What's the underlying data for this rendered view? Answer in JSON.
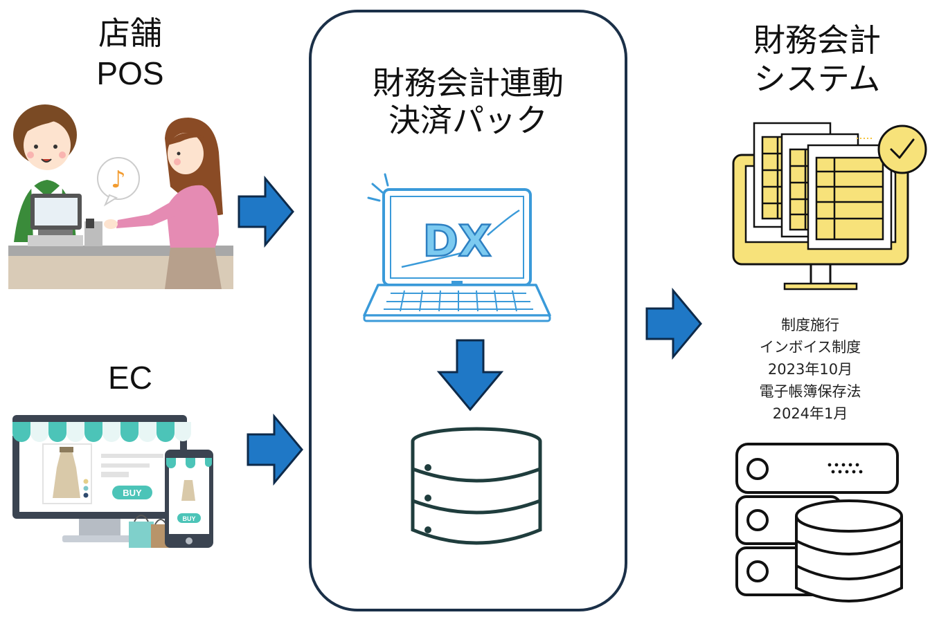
{
  "left": {
    "pos_title": "店舗",
    "pos_subtitle": "POS",
    "ec_title": "EC",
    "ec_buy_button": "BUY",
    "ec_phone_buy_button": "BUY"
  },
  "center": {
    "title_line1": "財務会計連動",
    "title_line2": "決済パック",
    "laptop_screen_text": "DX"
  },
  "right": {
    "title_line1": "財務会計",
    "title_line2": "システム",
    "notes": [
      "制度施行",
      "インボイス制度",
      "2023年10月",
      "電子帳簿保存法",
      "2024年1月"
    ]
  },
  "colors": {
    "arrow_blue": "#1f78c6",
    "arrow_outline": "#0d2a4a",
    "box_border": "#1b3048",
    "accent_yellow": "#f7e27a",
    "teal": "#4cc4b8"
  },
  "icons": [
    "cashier-scene-illustration",
    "ec-shop-illustration",
    "laptop-dx-icon",
    "database-icon",
    "accounting-monitor-icon",
    "server-database-icon",
    "arrow-right-icon",
    "arrow-down-icon"
  ]
}
